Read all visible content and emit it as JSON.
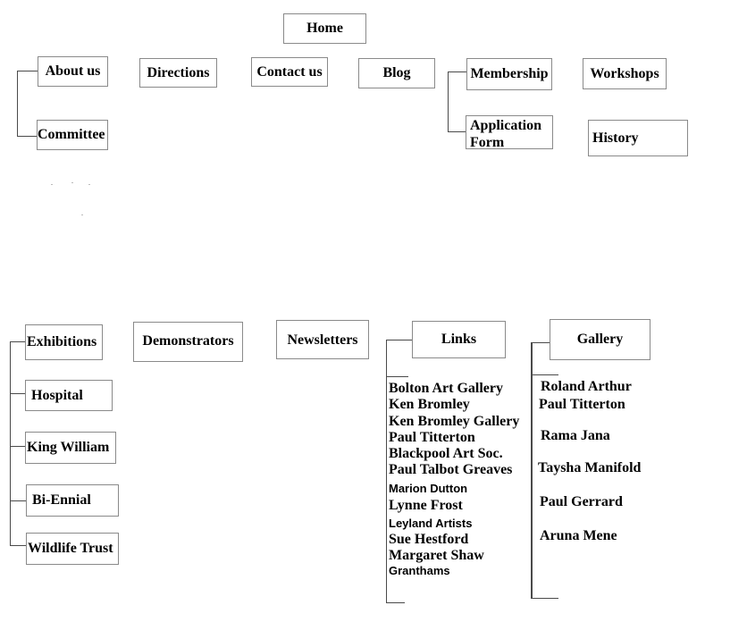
{
  "home": "Home",
  "top_row": {
    "about": "About us",
    "committee": "Committee",
    "directions": "Directions",
    "contact": "Contact us",
    "blog": "Blog",
    "membership": "Membership",
    "application_form": "Application Form",
    "workshops": "Workshops",
    "history": "History"
  },
  "bottom_row": {
    "exhibitions": "Exhibitions",
    "hospital": "Hospital",
    "king_william": "King William",
    "bi_ennial": "Bi-Ennial",
    "wildlife_trust": "Wildlife Trust",
    "demonstrators": "Demonstrators",
    "newsletters": "Newsletters",
    "links": "Links",
    "gallery": "Gallery"
  },
  "links_list": [
    "Bolton Art Gallery",
    "Ken Bromley",
    "Ken Bromley Gallery",
    "Paul Titterton",
    "Blackpool Art Soc.",
    "Paul Talbot Greaves",
    "Marion Dutton",
    "Lynne Frost",
    "Leyland Artists",
    "Sue Hestford",
    "Margaret Shaw",
    "Granthams"
  ],
  "gallery_list": [
    "Roland Arthur",
    "Paul Titterton",
    "Rama Jana",
    "Taysha Manifold",
    "Paul Gerrard",
    "Aruna Mene"
  ]
}
